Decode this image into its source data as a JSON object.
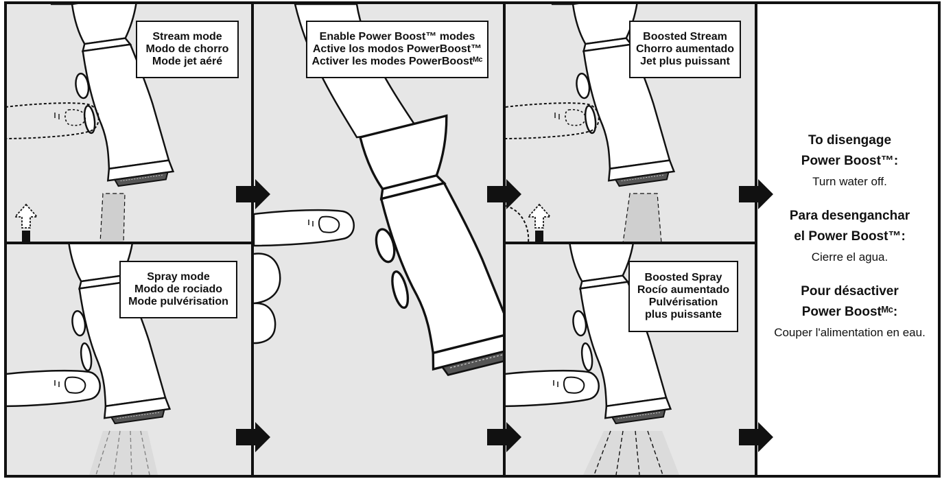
{
  "panels": {
    "stream": {
      "lines": [
        "Stream mode",
        "Modo de chorro",
        "Mode jet aéré"
      ]
    },
    "spray": {
      "lines": [
        "Spray mode",
        "Modo de rociado",
        "Mode pulvérisation"
      ]
    },
    "enable": {
      "lines": [
        "Enable Power Boost™ modes",
        "Active los modos PowerBoost™",
        "Activer les modes PowerBoostᴹᶜ"
      ]
    },
    "boosted_stream": {
      "lines": [
        "Boosted Stream",
        "Chorro aumentado",
        "Jet plus puissant"
      ]
    },
    "boosted_spray": {
      "lines": [
        "Boosted Spray",
        "Rocío aumentado",
        "Pulvérisation",
        "plus puissante"
      ]
    }
  },
  "disengage": {
    "en_heading_1": "To disengage",
    "en_heading_2": "Power Boost™:",
    "en_body": "Turn water off.",
    "es_heading_1": "Para desenganchar",
    "es_heading_2": "el Power Boost™:",
    "es_body": "Cierre el agua.",
    "fr_heading_1": "Pour désactiver",
    "fr_heading_2": "Power Boostᴹᶜ:",
    "fr_body": "Couper l'alimentation en eau."
  },
  "colors": {
    "panel_bg": "#e6e6e6",
    "line": "#111111",
    "faucet": "#ffffff"
  },
  "icons": [
    "arrow-right-icon",
    "toggle-up-down-icon",
    "finger-icon",
    "faucet-sprayhead-icon"
  ]
}
